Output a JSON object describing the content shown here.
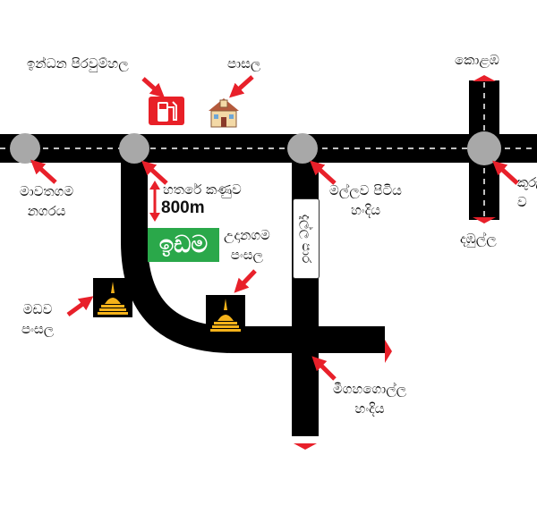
{
  "map": {
    "colors": {
      "road": "#000000",
      "road_center_dash": "#ffffff",
      "junction": "#a8a8a8",
      "pointer_arrow": "#e8202a",
      "destination_arrow": "#e8202a",
      "landmark_badge": "#2aa84a",
      "fuel_sign": "#e82027"
    },
    "labels": {
      "fuel_station": "ඉන්ධන පිරවුම්හල",
      "school": "පාසල",
      "colombo": "කොළඹ",
      "mawathagama": [
        "මාවතගම",
        "නගරය"
      ],
      "hathare_kanuwa": "හතරේ කණුව",
      "distance": "800m",
      "mallawapitiya": [
        "මල්ලව පිටිය",
        "හංදිය"
      ],
      "kurunegala_partial": [
        "කුරු",
        "ව"
      ],
      "dambulla": "දඹුල්ල",
      "udanagama": [
        "උදානගම",
        "පංසල"
      ],
      "road_name": "දැල්ල පාර",
      "madawa": [
        "මඩව",
        "පංසල"
      ],
      "meegahagolla": [
        "මීගහගොල්ල",
        "හංදිය"
      ]
    },
    "landmark": {
      "text": "ඉඩම"
    },
    "icons": {
      "fuel": "fuel-pump-icon",
      "school": "school-building-icon",
      "temple": "stupa-icon"
    }
  }
}
